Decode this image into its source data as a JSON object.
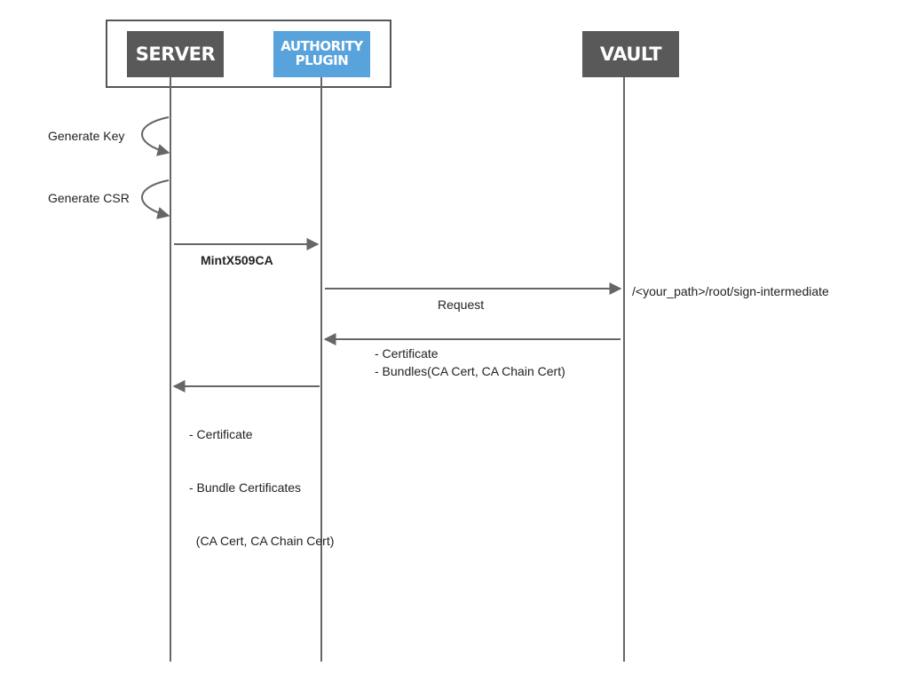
{
  "actors": {
    "server": {
      "label": "SERVER"
    },
    "plugin": {
      "line1": "AUTHORITY",
      "line2": "PLUGIN"
    },
    "vault": {
      "label": "VAULT"
    }
  },
  "self_messages": {
    "generate_key": "Generate Key",
    "generate_csr": "Generate CSR"
  },
  "messages": {
    "mint": "MintX509CA",
    "request": "Request",
    "vault_path": "/<your_path>/root/sign-intermediate",
    "vault_response": [
      "- Certificate",
      "- Bundles(CA Cert, CA Chain Cert)"
    ],
    "plugin_response": [
      "- Certificate",
      "- Bundle Certificates",
      "  (CA Cert, CA Chain Cert)"
    ]
  },
  "colors": {
    "server_box": "#595959",
    "plugin_box": "#59a3dc",
    "vault_box": "#595959",
    "lines": "#666666"
  }
}
